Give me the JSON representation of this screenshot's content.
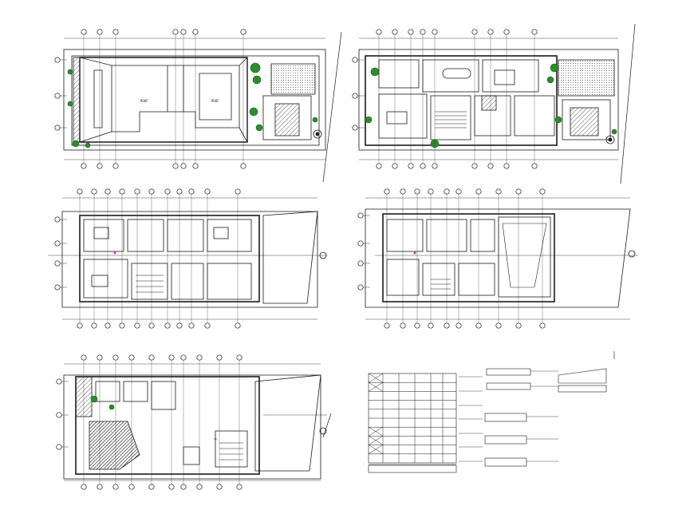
{
  "drawing": {
    "background": "#ffffff",
    "line_color": "#1a1a1a",
    "landscape_color": "#2e8b2e",
    "accent_color": "#c040c0",
    "sheet_type": "architectural CAD sheet"
  },
  "panels": [
    {
      "name": "roof-plan",
      "label_1": "ROOF",
      "label_2": "ROOF"
    },
    {
      "name": "ground-floor-plan"
    },
    {
      "name": "first-floor-plan"
    },
    {
      "name": "second-floor-plan"
    },
    {
      "name": "basement-plan"
    },
    {
      "name": "schedule-and-details"
    }
  ]
}
